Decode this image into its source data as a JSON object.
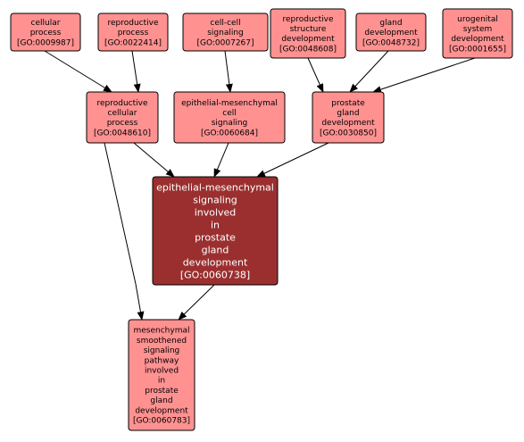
{
  "colors": {
    "node_fill": "#ff9191",
    "focus_fill": "#9b2f2f",
    "node_text": "#000000",
    "focus_text": "#ffffff",
    "edge": "#000000"
  },
  "nodes": [
    {
      "id": "go0009987",
      "lines": [
        "cellular",
        "process",
        "[GO:0009987]"
      ]
    },
    {
      "id": "go0022414",
      "lines": [
        "reproductive",
        "process",
        "[GO:0022414]"
      ]
    },
    {
      "id": "go0007267",
      "lines": [
        "cell-cell",
        "signaling",
        "[GO:0007267]"
      ]
    },
    {
      "id": "go0048608",
      "lines": [
        "reproductive",
        "structure",
        "development",
        "[GO:0048608]"
      ]
    },
    {
      "id": "go0048732",
      "lines": [
        "gland",
        "development",
        "[GO:0048732]"
      ]
    },
    {
      "id": "go0001655",
      "lines": [
        "urogenital",
        "system",
        "development",
        "[GO:0001655]"
      ]
    },
    {
      "id": "go0048610",
      "lines": [
        "reproductive",
        "cellular",
        "process",
        "[GO:0048610]"
      ]
    },
    {
      "id": "go0060684",
      "lines": [
        "epithelial-mesenchymal",
        "cell",
        "signaling",
        "[GO:0060684]"
      ]
    },
    {
      "id": "go0030850",
      "lines": [
        "prostate",
        "gland",
        "development",
        "[GO:0030850]"
      ]
    },
    {
      "id": "go0060738",
      "focus": true,
      "lines": [
        "epithelial-mesenchymal",
        "signaling",
        "involved",
        "in",
        "prostate",
        "gland",
        "development",
        "[GO:0060738]"
      ]
    },
    {
      "id": "go0060783",
      "lines": [
        "mesenchymal",
        "smoothened",
        "signaling",
        "pathway",
        "involved",
        "in",
        "prostate",
        "gland",
        "development",
        "[GO:0060783]"
      ]
    }
  ],
  "edges": [
    {
      "from": "go0009987",
      "to": "go0048610"
    },
    {
      "from": "go0022414",
      "to": "go0048610"
    },
    {
      "from": "go0007267",
      "to": "go0060684"
    },
    {
      "from": "go0048608",
      "to": "go0030850"
    },
    {
      "from": "go0048732",
      "to": "go0030850"
    },
    {
      "from": "go0001655",
      "to": "go0030850"
    },
    {
      "from": "go0048610",
      "to": "go0060738"
    },
    {
      "from": "go0060684",
      "to": "go0060738"
    },
    {
      "from": "go0030850",
      "to": "go0060738"
    },
    {
      "from": "go0048610",
      "to": "go0060783"
    },
    {
      "from": "go0060738",
      "to": "go0060783"
    }
  ]
}
